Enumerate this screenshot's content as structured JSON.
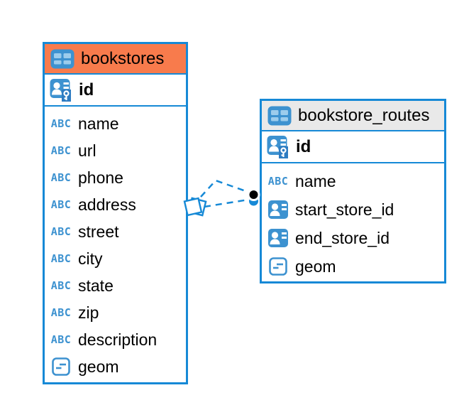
{
  "diagram": {
    "type": "entity-relationship-diagram"
  },
  "colors": {
    "accent_blue": "#1689D6",
    "icon_blue": "#3D92D0",
    "bookstores_header": "#F87B4C",
    "routes_header": "#E9E9E9",
    "marker_fill": "#000000",
    "background": "#FFFFFF",
    "text": "#000000"
  },
  "icons": {
    "text_type_glyph": "ABC"
  },
  "tables": [
    {
      "title": "bookstores",
      "header_color": "#F87B4C",
      "primary_key": {
        "name": "id",
        "type": "primary-key"
      },
      "columns": [
        {
          "name": "name",
          "type": "text"
        },
        {
          "name": "url",
          "type": "text"
        },
        {
          "name": "phone",
          "type": "text"
        },
        {
          "name": "address",
          "type": "text"
        },
        {
          "name": "street",
          "type": "text"
        },
        {
          "name": "city",
          "type": "text"
        },
        {
          "name": "state",
          "type": "text"
        },
        {
          "name": "zip",
          "type": "text"
        },
        {
          "name": "description",
          "type": "text"
        },
        {
          "name": "geom",
          "type": "geometry"
        }
      ]
    },
    {
      "title": "bookstore_routes",
      "header_color": "#E9E9E9",
      "primary_key": {
        "name": "id",
        "type": "primary-key"
      },
      "columns": [
        {
          "name": "name",
          "type": "text"
        },
        {
          "name": "start_store_id",
          "type": "reference"
        },
        {
          "name": "end_store_id",
          "type": "reference"
        },
        {
          "name": "geom",
          "type": "geometry"
        }
      ]
    }
  ],
  "relationships": [
    {
      "from": "bookstore_routes.start_store_id",
      "to": "bookstores.id",
      "line_style": "dashed"
    },
    {
      "from": "bookstore_routes.end_store_id",
      "to": "bookstores.id",
      "line_style": "dashed"
    }
  ]
}
